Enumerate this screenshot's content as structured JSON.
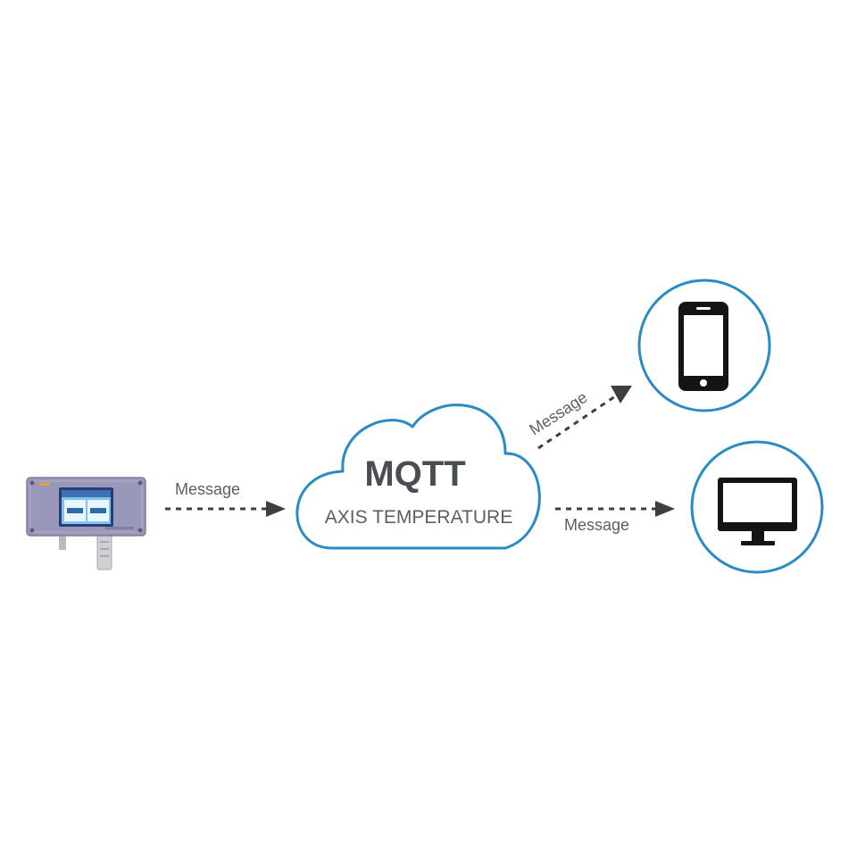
{
  "cloud": {
    "title": "MQTT",
    "subtitle": "AXIS TEMPERATURE"
  },
  "edges": {
    "device_to_cloud": "Message",
    "cloud_to_phone": "Message",
    "cloud_to_monitor": "Message"
  },
  "colors": {
    "accent_blue": "#2a8bc4",
    "device_body": "#9a98b8",
    "icon_dark": "#141414",
    "text_gray": "#5a5f66"
  },
  "icons": {
    "sensor_device": "temperature-sensor-device-icon",
    "phone": "smartphone-icon",
    "monitor": "monitor-icon"
  }
}
